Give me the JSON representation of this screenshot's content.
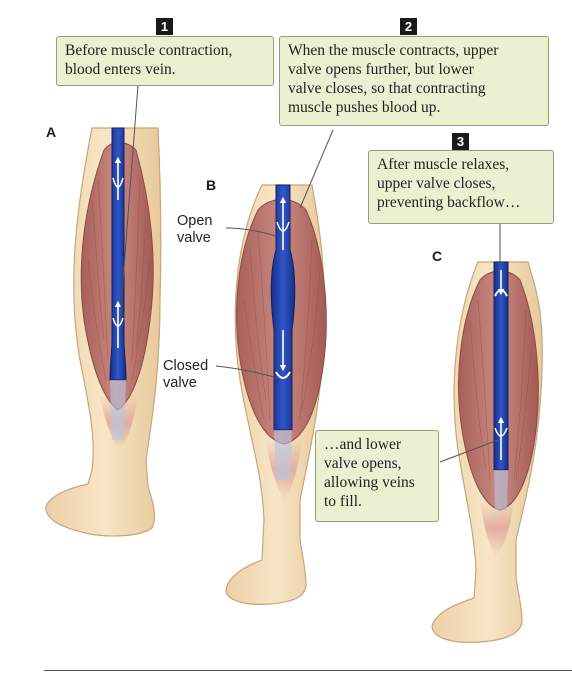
{
  "panels": [
    {
      "letter": "A"
    },
    {
      "letter": "B"
    },
    {
      "letter": "C"
    }
  ],
  "steps": [
    {
      "number": "1",
      "lines": [
        "Before muscle contraction,",
        "blood enters vein."
      ]
    },
    {
      "number": "2",
      "lines": [
        "When the muscle contracts, upper",
        "valve opens further, but lower",
        "valve closes, so that contracting",
        "muscle pushes blood up."
      ]
    },
    {
      "number": "3",
      "lines": [
        "After muscle relaxes,",
        "upper valve closes,",
        "preventing backflow…"
      ]
    }
  ],
  "note": {
    "lines": [
      "…and lower",
      "valve opens,",
      "allowing veins",
      "to fill."
    ]
  },
  "labels": {
    "open_valve": [
      "Open",
      "valve"
    ],
    "closed_valve": [
      "Closed",
      "valve"
    ]
  },
  "colors": {
    "skin": "#f6e2c0",
    "muscle": "#b9756d",
    "vein": "#1f3fa8",
    "callout_fill": "#eaf0d2",
    "callout_border": "#8ea36a"
  }
}
